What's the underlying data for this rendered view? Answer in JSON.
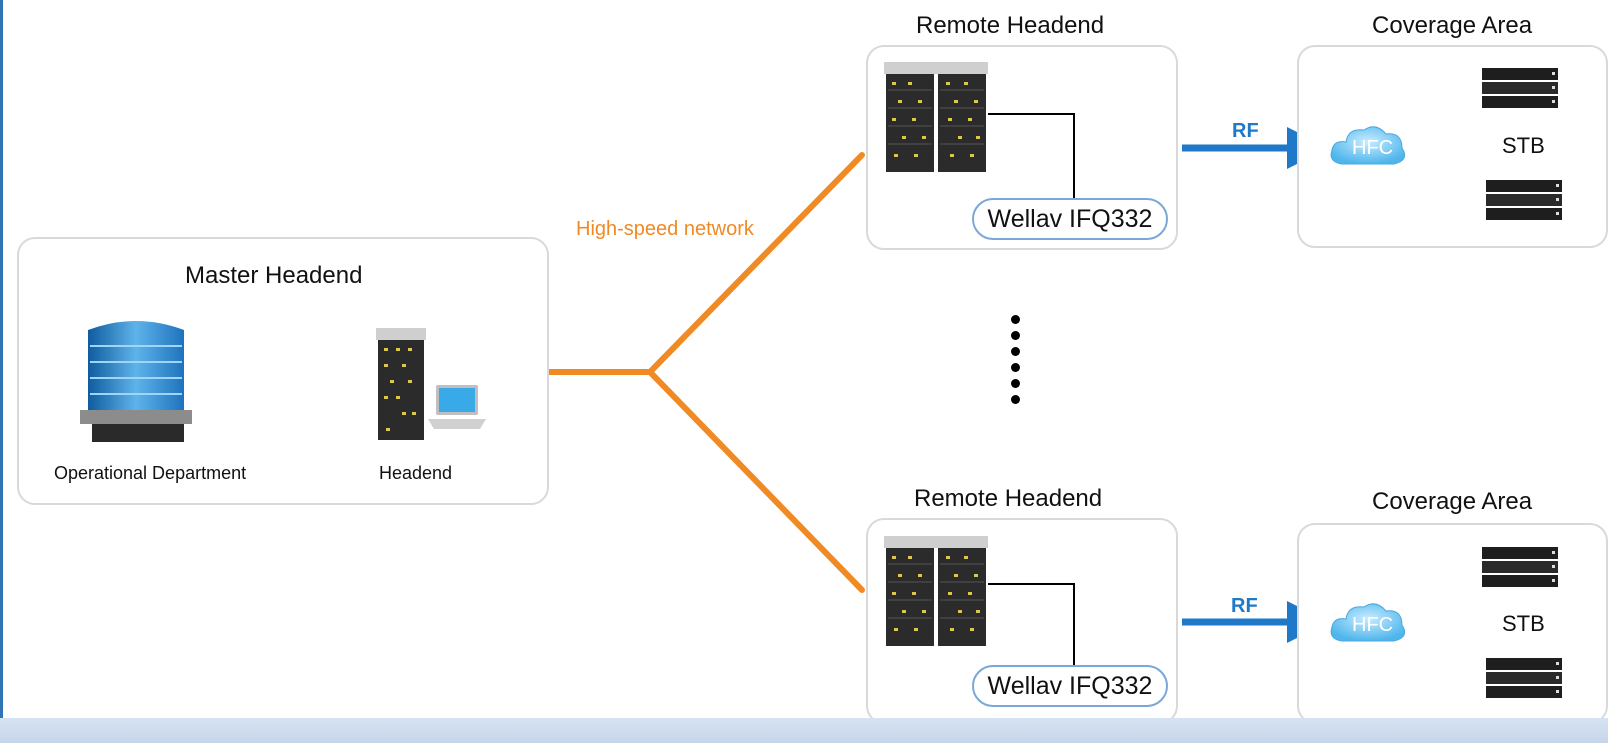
{
  "master": {
    "title": "Master Headend",
    "operational_label": "Operational Department",
    "headend_label": "Headend"
  },
  "network_label": "High-speed network",
  "remotes": [
    {
      "title": "Remote Headend",
      "device": "Wellav IFQ332",
      "rf": "RF",
      "coverage_title": "Coverage Area",
      "hfc": "HFC",
      "stb": "STB"
    },
    {
      "title": "Remote Headend",
      "device": "Wellav IFQ332",
      "rf": "RF",
      "coverage_title": "Coverage Area",
      "hfc": "HFC",
      "stb": "STB"
    }
  ],
  "colors": {
    "network": "#f08a24",
    "rf": "#1f78c8",
    "border": "#d9d9d9",
    "pill_border": "#7aa7d6"
  },
  "icons": [
    "building-icon",
    "server-rack-icon",
    "laptop-icon",
    "cloud-icon",
    "set-top-box-icon"
  ]
}
